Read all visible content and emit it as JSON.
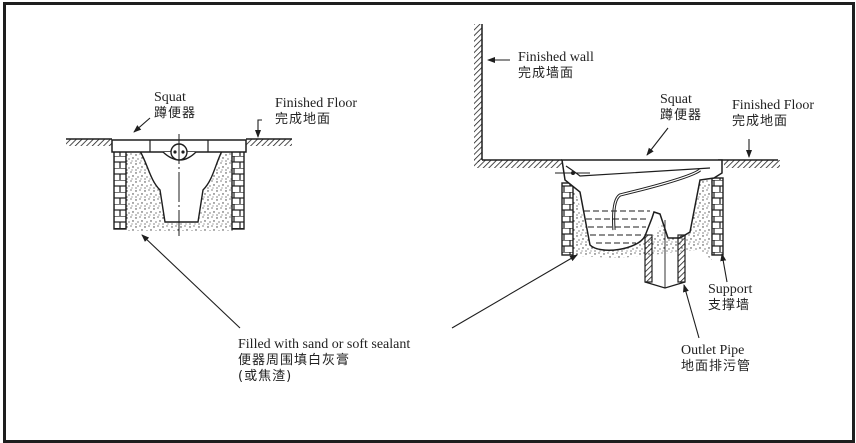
{
  "diagram": {
    "type": "technical drawing",
    "subject": "Squat toilet installation cross-sections",
    "colors": {
      "line": "#1e1e1e",
      "text": "#222222",
      "background": "#ffffff"
    },
    "left_view": {
      "squat": {
        "en": "Squat",
        "zh": "蹲便器"
      },
      "finished_floor": {
        "en": "Finished Floor",
        "zh": "完成地面"
      }
    },
    "right_view": {
      "finished_wall": {
        "en": "Finished wall",
        "zh": "完成墙面"
      },
      "squat": {
        "en": "Squat",
        "zh": "蹲便器"
      },
      "finished_floor": {
        "en": "Finished Floor",
        "zh": "完成地面"
      },
      "support": {
        "en": "Support",
        "zh": "支撑墙"
      },
      "outlet_pipe": {
        "en": "Outlet Pipe",
        "zh": "地面排污管"
      }
    },
    "shared": {
      "fill": {
        "en": "Filled with sand or soft sealant",
        "zh": "便器周围填白灰膏",
        "zh2": "(或焦渣)"
      }
    }
  }
}
